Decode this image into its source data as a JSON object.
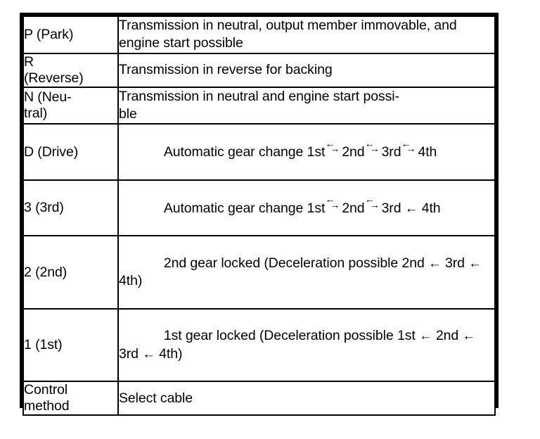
{
  "table": {
    "columns": [
      "position",
      "description"
    ],
    "rows": [
      {
        "position": "P (Park)",
        "description": "Transmission in neutral, output member immovable, and engine start possible",
        "description_lines": [
          "Transmission in neutral, output member",
          "immovable, and engine start possible"
        ],
        "arrow_style": "none"
      },
      {
        "position": "R (Reverse)",
        "position_lines": [
          "R",
          "(Reverse)"
        ],
        "description": "Transmission in reverse for backing",
        "description_lines": [
          "Transmission in reverse for backing"
        ],
        "arrow_style": "none"
      },
      {
        "position": "N (Neutral)",
        "position_lines": [
          "N (Neu-",
          "tral)"
        ],
        "description": "Transmission in neutral and engine start possible",
        "description_lines": [
          "Transmission in neutral and engine start possi-",
          "ble"
        ],
        "arrow_style": "none"
      },
      {
        "position": "D (Drive)",
        "description": "Automatic gear change 1st ←→ 2nd ←→ 3rd ←→ 4th",
        "arrow_style": "bidirectional",
        "sequence": [
          "1st",
          "2nd",
          "3rd",
          "4th"
        ],
        "prefix": "Automatic gear change ",
        "suffix": ""
      },
      {
        "position": "3 (3rd)",
        "description": "Automatic gear change 1st ←→ 2nd ←→ 3rd ← 4th",
        "arrow_style": "mixed",
        "sequence": [
          "1st",
          "2nd",
          "3rd",
          "4th"
        ],
        "prefix": "Automatic gear change ",
        "suffix": ""
      },
      {
        "position": "2 (2nd)",
        "description": "2nd gear locked (Deceleration possible 2nd ← 3rd ← 4th)",
        "arrow_style": "single-left",
        "sequence": [
          "2nd",
          "3rd",
          "4th"
        ],
        "prefix": "2nd gear locked (Deceleration possible ",
        "suffix": ")"
      },
      {
        "position": "1 (1st)",
        "description": "1st gear locked (Deceleration possible 1st ← 2nd ← 3rd ← 4th)",
        "arrow_style": "single-left",
        "sequence": [
          "1st",
          "2nd",
          "3rd",
          "4th"
        ],
        "prefix": "1st gear locked (Deceleration possible ",
        "suffix": ")"
      },
      {
        "position": "Control method",
        "position_lines": [
          "Control",
          "method"
        ],
        "description": "Select cable",
        "description_lines": [
          "Select cable"
        ],
        "arrow_style": "none"
      }
    ]
  },
  "glyphs": {
    "arrow_left": "←",
    "arrow_right": "→"
  },
  "colors": {
    "border": "#000000",
    "text": "#000000",
    "background": "#ffffff"
  }
}
